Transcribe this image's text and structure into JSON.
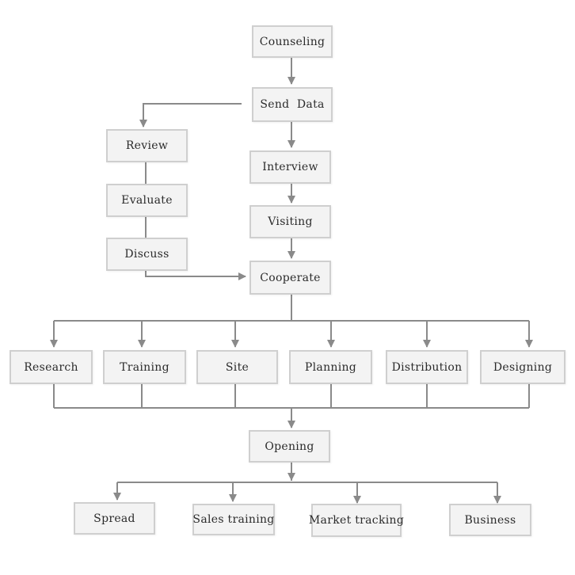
{
  "nodes": {
    "counseling": "Counseling",
    "send_data": "Send  Data",
    "review": "Review",
    "evaluate": "Evaluate",
    "discuss": "Discuss",
    "interview": "Interview",
    "visiting": "Visiting",
    "cooperate": "Cooperate",
    "research": "Research",
    "training": "Training",
    "site": "Site",
    "planning": "Planning",
    "distribution": "Distribution",
    "designing": "Designing",
    "opening": "Opening",
    "spread": "Spread",
    "sales_training": "Sales training",
    "market_tracking": "Market tracking",
    "business": "Business"
  },
  "colors": {
    "box_fill": "#f3f3f3",
    "box_border": "#cfcfcf",
    "connector": "#8a8a8a",
    "text": "#2b2b2b"
  }
}
